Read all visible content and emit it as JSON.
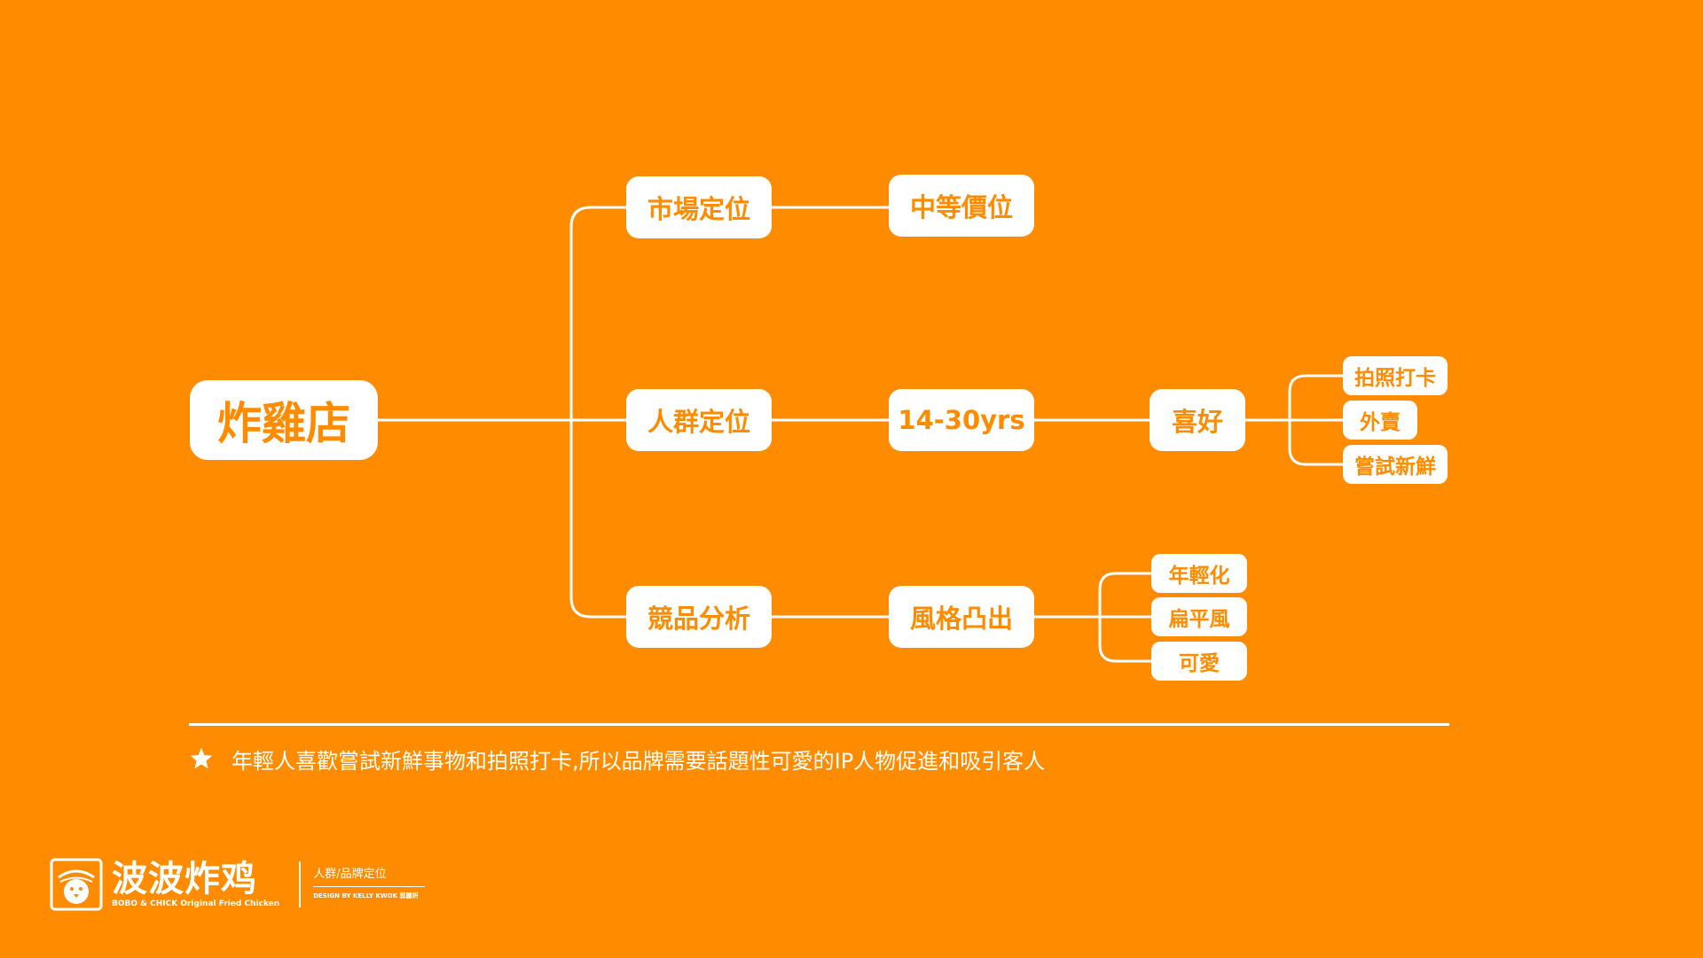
{
  "diagram": {
    "root": "炸雞店",
    "branches": [
      {
        "label": "市場定位",
        "value": "中等價位"
      },
      {
        "label": "人群定位",
        "value": "14-30yrs",
        "sub": "喜好",
        "leaves": [
          "拍照打卡",
          "外賣",
          "嘗試新鮮"
        ]
      },
      {
        "label": "競品分析",
        "value": "風格凸出",
        "leaves": [
          "年輕化",
          "扁平風",
          "可愛"
        ]
      }
    ]
  },
  "note": {
    "icon": "star-icon",
    "text": "年輕人喜歡嘗試新鮮事物和拍照打卡,所以品牌需要話題性可愛的IP人物促進和吸引客人"
  },
  "footer": {
    "brand_cn": "波波炸鸡",
    "brand_en": "BOBO & CHICK Original Fried Chicken",
    "title": "人群/品牌定位",
    "credit": "DESIGN BY KELLY KWOK 郭麗姸"
  },
  "colors": {
    "background": "#ff8c00",
    "node": "#ffffff",
    "node_text": "#ff8c00"
  }
}
